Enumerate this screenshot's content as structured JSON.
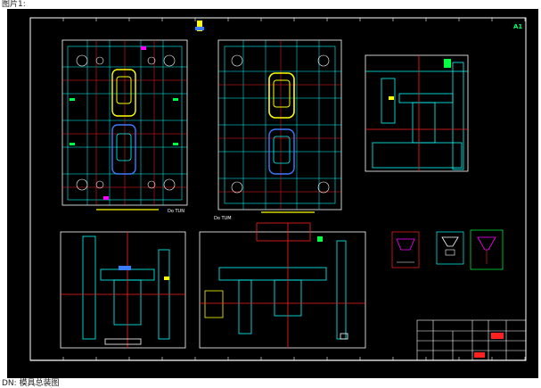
{
  "caption_top": "图片1:",
  "caption_bottom": "DN: 模具总装图",
  "sheet_label": "A1",
  "view_labels": {
    "top_left": "Do TUN",
    "top_mid": "Do TUM"
  },
  "colors": {
    "background": "#000000",
    "frame": "#ffffff",
    "cyan": "#00ffff",
    "red": "#ff2020",
    "yellow": "#ffff00",
    "green": "#00ff44",
    "magenta": "#ff00ff",
    "blue": "#3a7dff"
  }
}
